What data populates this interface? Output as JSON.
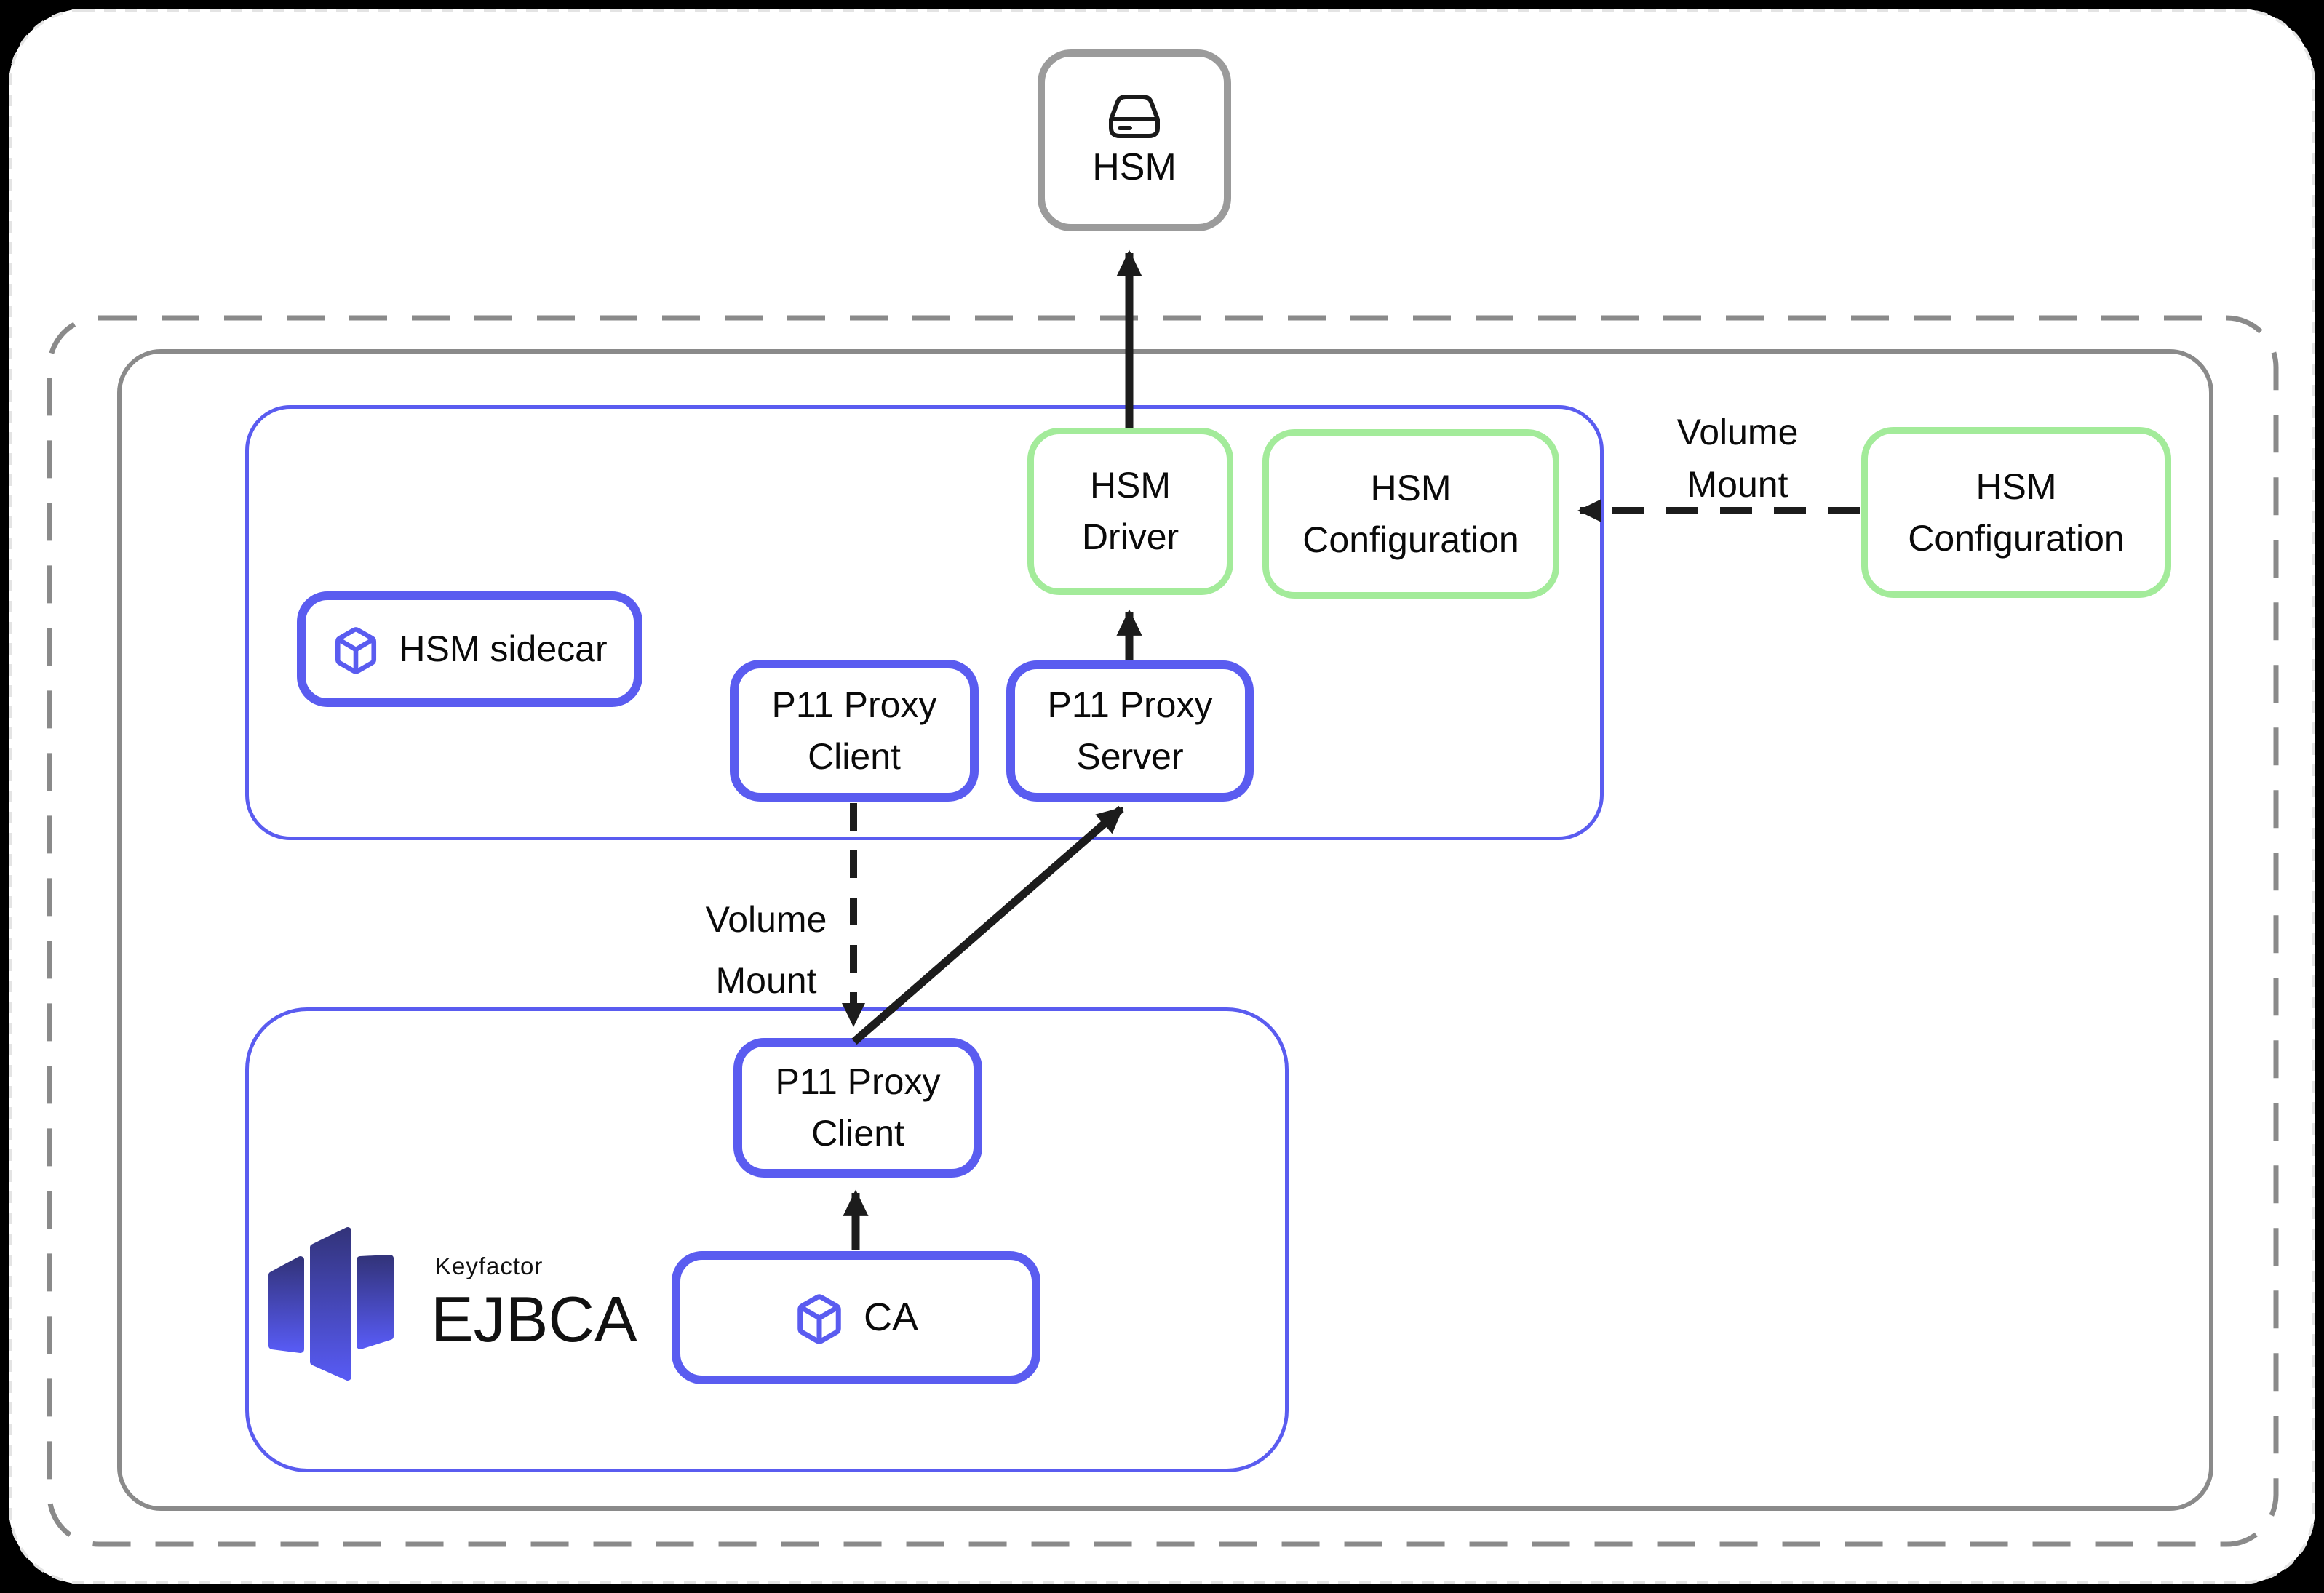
{
  "colors": {
    "accent_blue": "#5a5cf0",
    "accent_green": "#a3eb9a",
    "hsm_border_gray": "#9b9b9b",
    "container_gray": "#8a8a8a",
    "arrow_black": "#1c1c1c",
    "logo_gradient_top": "#33347c",
    "logo_gradient_bottom": "#575af2"
  },
  "nodes": {
    "hsm": {
      "label": "HSM"
    },
    "hsm_driver": {
      "line1": "HSM",
      "line2": "Driver"
    },
    "hsm_config_inner": {
      "line1": "HSM",
      "line2": "Configuration"
    },
    "hsm_config_external": {
      "line1": "HSM",
      "line2": "Configuration"
    },
    "hsm_sidecar": {
      "label": "HSM sidecar"
    },
    "p11_proxy_client_sidecar": {
      "line1": "P11 Proxy",
      "line2": "Client"
    },
    "p11_proxy_server": {
      "line1": "P11 Proxy",
      "line2": "Server"
    },
    "p11_proxy_client_ejbca": {
      "line1": "P11 Proxy",
      "line2": "Client"
    },
    "ca": {
      "label": "CA"
    }
  },
  "edge_labels": {
    "volume_mount_top": {
      "line1": "Volume",
      "line2": "Mount"
    },
    "volume_mount_middle": {
      "line1": "Volume",
      "line2": "Mount"
    }
  },
  "logo": {
    "brand": "Keyfactor",
    "product": "EJBCA"
  }
}
